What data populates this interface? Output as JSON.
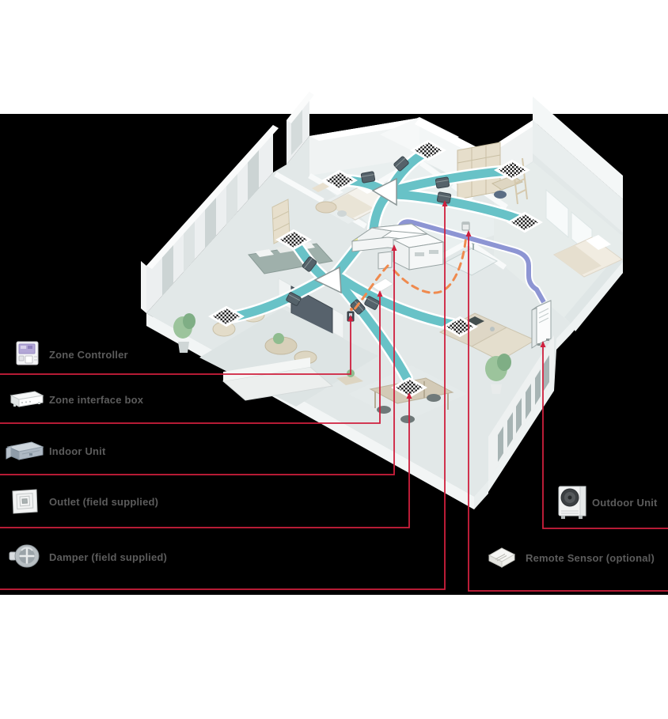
{
  "legend": {
    "left": [
      {
        "id": "zone-controller",
        "label": "Zone Controller"
      },
      {
        "id": "zone-interface-box",
        "label": "Zone interface box"
      },
      {
        "id": "indoor-unit",
        "label": "Indoor Unit"
      },
      {
        "id": "outlet",
        "label": "Outlet (field supplied)"
      },
      {
        "id": "damper",
        "label": "Damper (field supplied)"
      }
    ],
    "right": [
      {
        "id": "outdoor-unit",
        "label": "Outdoor Unit"
      },
      {
        "id": "remote-sensor",
        "label": "Remote Sensor (optional)"
      }
    ]
  },
  "colors": {
    "background_panel": "#000000",
    "callout_red": "#cf1f3d",
    "duct_teal": "#68c2c7",
    "pipe_purple": "#8d95d3",
    "wire_orange": "#ef8a4e",
    "label_gray": "#5c5c5c"
  },
  "scene": {
    "components": [
      "isometric-house-cutaway",
      "zone-interface-box",
      "indoor-unit",
      "outdoor-unit",
      "zone-controller",
      "remote-sensor",
      "ceiling-diffusers",
      "duct-dampers",
      "air-ducts",
      "refrigerant-pipe",
      "control-wiring"
    ]
  }
}
